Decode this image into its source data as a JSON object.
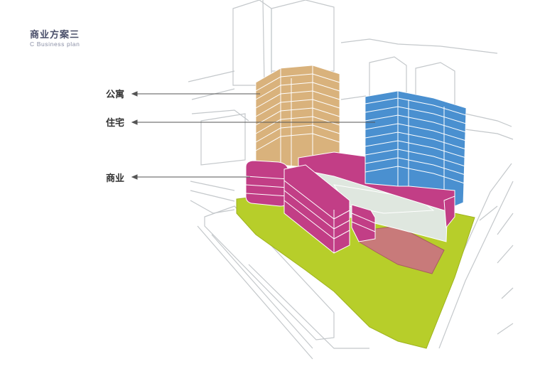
{
  "header": {
    "title": "商业方案三",
    "subtitle": "C Business plan"
  },
  "labels": {
    "apartment": "公寓",
    "residential": "住宅",
    "commercial": "商业"
  },
  "colors": {
    "apartment": "#d9b27c",
    "residential": "#4a90d0",
    "commercial": "#c23e86",
    "landscape": "#b7ce2a",
    "plaza": "#c87a7a",
    "context": "#bfc3c6"
  }
}
